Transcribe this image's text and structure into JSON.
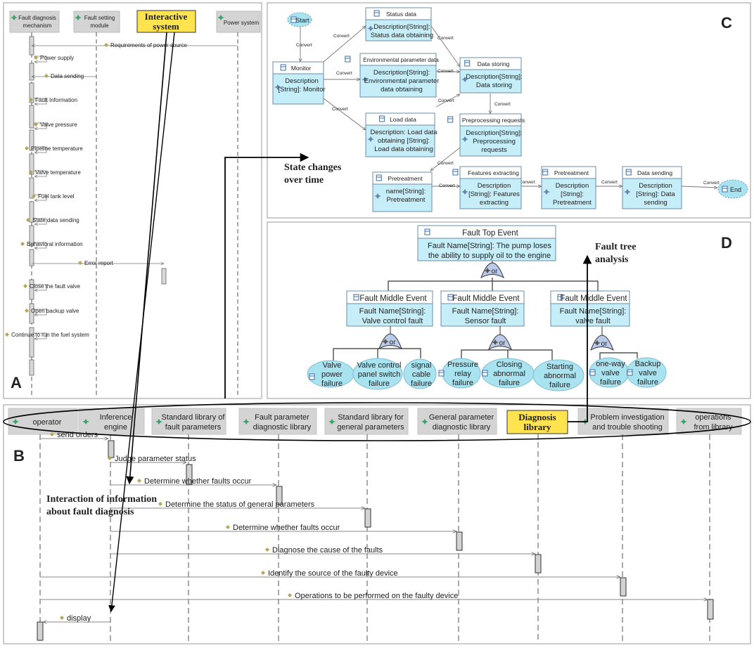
{
  "panels": {
    "A": "A",
    "B": "B",
    "C": "C",
    "D": "D"
  },
  "callouts": {
    "interactive_system": [
      "Interactive",
      "system"
    ],
    "diagnosis_library": [
      "Diagnosis",
      "library"
    ],
    "state_changes": [
      "State changes",
      "over time"
    ],
    "fault_tree_analysis": [
      "Fault tree",
      "analysis"
    ],
    "interaction_info": [
      "Interaction of information",
      "about fault diagnosis"
    ]
  },
  "panelA": {
    "lifelines": [
      {
        "lines": [
          "Fault diagnosis",
          "mechanism"
        ]
      },
      {
        "lines": [
          "Fault setting",
          "module"
        ]
      },
      {
        "lines": [
          "Power system"
        ]
      }
    ],
    "messages": [
      "Requirements of power source",
      "Power supply",
      "Data sending",
      "Fault Information",
      "Valve pressure",
      "Pipeline temperature",
      "Valve temperature",
      "Fuel tank level",
      "State data sending",
      "Behavioral information",
      "Error report",
      "Close the fault valve",
      "Open backup valve",
      "Continue to run the fuel system"
    ]
  },
  "panelB": {
    "lifelines": [
      {
        "lines": [
          "operator"
        ]
      },
      {
        "lines": [
          "Inference",
          "engine"
        ]
      },
      {
        "lines": [
          "Standard library of",
          "fault parameters"
        ]
      },
      {
        "lines": [
          "Fault parameter",
          "diagnostic library"
        ]
      },
      {
        "lines": [
          "Standard library for",
          "general parameters"
        ]
      },
      {
        "lines": [
          "General parameter",
          "diagnostic library"
        ]
      },
      {
        "lines": [
          "Problem investigation",
          "and trouble shooting"
        ]
      },
      {
        "lines": [
          "operations",
          "from library"
        ]
      }
    ],
    "messages": [
      "send orders",
      "Judge parameter status",
      "Determine whether faults occur",
      "Determine the status of general parameters",
      "Determine whether faults occur",
      "Diagnose the cause of the faults",
      "Identify the source of the faulty device",
      "Operations to be performed on the faulty device",
      "display"
    ]
  },
  "panelC": {
    "start": "Start",
    "end": "End",
    "convert": "Convert",
    "nodes": [
      {
        "title": "Monitor",
        "lines": [
          "Description",
          "[String]: Monitor"
        ]
      },
      {
        "title": "Status data",
        "lines": [
          "Description[String]:",
          "Status data obtaining"
        ]
      },
      {
        "title": "Environmental parameter data",
        "lines": [
          "Description[String]:",
          "Environmental parameter",
          "data obtaining"
        ]
      },
      {
        "title": "Load data",
        "lines": [
          "Description: Load data",
          "obtaining  [String]:",
          "Load data obtaining"
        ]
      },
      {
        "title": "Data storing",
        "lines": [
          "Description[String]:",
          "Data storing"
        ]
      },
      {
        "title": "Preprocessing requests",
        "lines": [
          "Description[String]:",
          "Preprocessing",
          "requests"
        ]
      },
      {
        "title": "Pretreatment",
        "lines": [
          "name[String]:",
          "Pretreatment"
        ]
      },
      {
        "title": "Features extracting",
        "lines": [
          "Description",
          "[String]: Features",
          "extracting"
        ]
      },
      {
        "title": "Pretreatment",
        "lines": [
          "Description",
          "[String]:",
          "Pretreatment"
        ]
      },
      {
        "title": "Data sending",
        "lines": [
          "Description",
          "[String]: Data",
          "sending"
        ]
      }
    ]
  },
  "panelD": {
    "top": {
      "title": "Fault Top Event",
      "lines": [
        "Fault Name[String]: The pump loses",
        "the ability to supply oil to the engine"
      ]
    },
    "middles": [
      {
        "title": "Fault Middle Event",
        "lines": [
          "Fault Name[String]:",
          "Valve control fault"
        ]
      },
      {
        "title": "Fault Middle Event",
        "lines": [
          "Fault Name[String]:",
          "Sensor fault"
        ]
      },
      {
        "title": "Fault Middle Event",
        "lines": [
          "Fault Name[String]:",
          "valve fault"
        ]
      }
    ],
    "gate": "or",
    "leaves": [
      [
        "Valve",
        "power",
        "failure"
      ],
      [
        "Valve control",
        "panel switch",
        "failure"
      ],
      [
        "signal",
        "cable",
        "failure"
      ],
      [
        "Pressure",
        "relay",
        "failure"
      ],
      [
        "Closing",
        "abnormal",
        "failure"
      ],
      [
        "Starting",
        "abnormal",
        "failure"
      ],
      [
        "one-way",
        "valve",
        "failure"
      ],
      [
        "Backup",
        "valve",
        "failure"
      ]
    ]
  },
  "colors": {
    "box_fill": "#c6eef8",
    "ellipse_fill": "#a9e3f0",
    "header_gray": "#d4d4d4",
    "callout_yellow": "#ffe34f",
    "gate_fill": "#b9cbe8"
  }
}
